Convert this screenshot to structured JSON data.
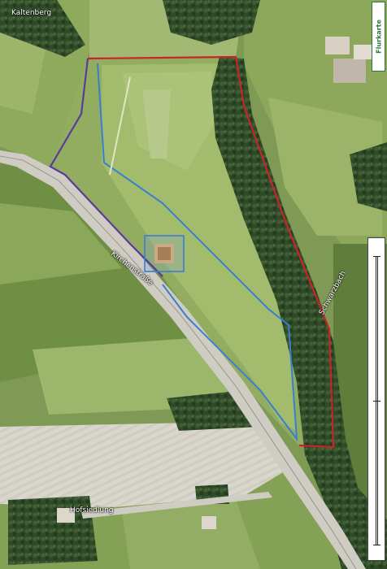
{
  "labels": {
    "top_left": "Kaltenberg",
    "road": "Kirchenstraße",
    "stream": "Schwarzbach",
    "bottom_place": "Hofsiedlung"
  },
  "corner_box_text": "Flurkarte",
  "colors": {
    "red_boundary": "#c8242a",
    "blue_boundary": "#3b7ed0",
    "purple_boundary": "#5b3a9a",
    "road": "#cfcfc6",
    "field_light": "#b9c98d",
    "field_mid": "#8fa95c",
    "field_dark": "#5d7b3a",
    "trees": "#2c4526",
    "farmland_pale": "#d8d6cc"
  }
}
